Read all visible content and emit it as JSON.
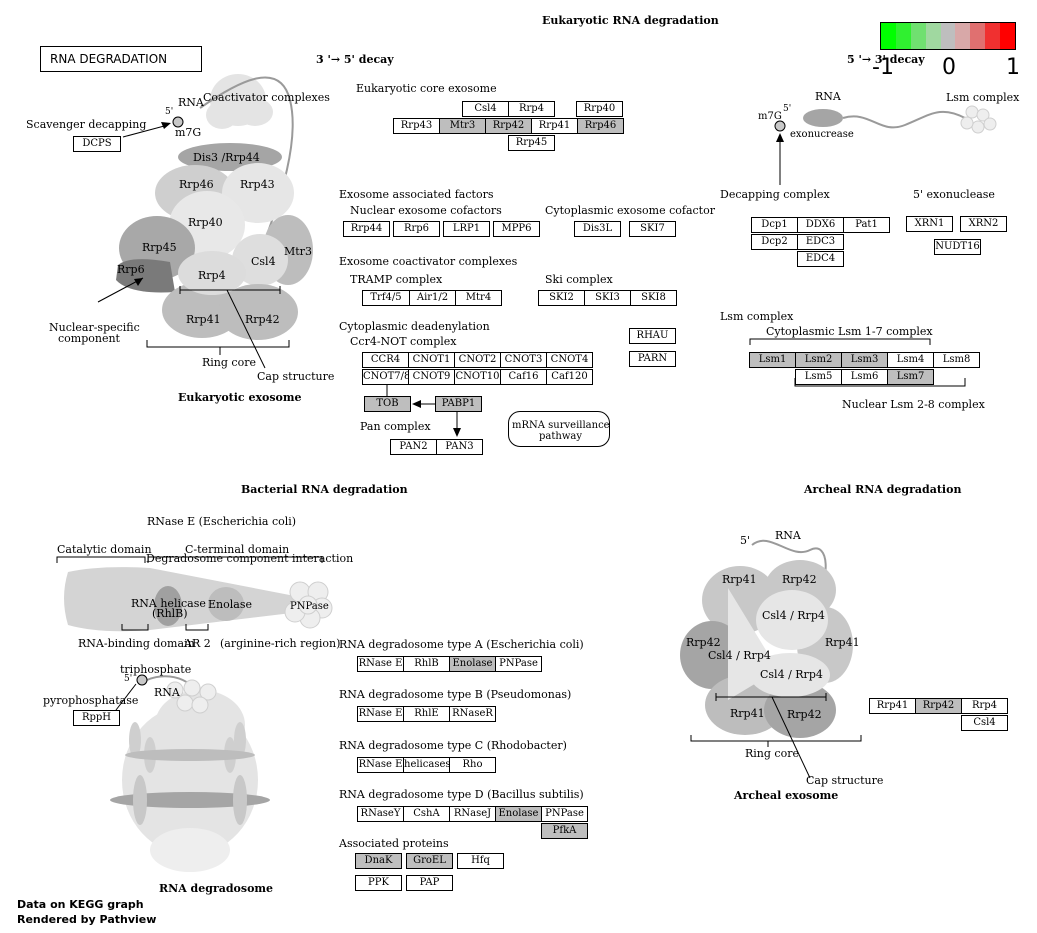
{
  "titles": {
    "eukaryotic": "Eukaryotic RNA degradation",
    "bacterial": "Bacterial RNA degradation",
    "archeal": "Archeal RNA degradation",
    "section_box": "RNA DEGRADATION",
    "decay_35": "3 '→ 5' decay",
    "decay_53": "5 '→ 3' decay"
  },
  "legend": {
    "colors": [
      "#00ff00",
      "#30f030",
      "#70e070",
      "#a0d8a0",
      "#bebebe",
      "#d8a8a8",
      "#e07070",
      "#f03030",
      "#ff0000"
    ],
    "ticks": [
      "-1",
      "0",
      "1"
    ]
  },
  "footer": {
    "line1": "Data on KEGG graph",
    "line2": "Rendered by Pathview"
  },
  "labels": {
    "scavenger": "Scavenger decapping",
    "rna": "RNA",
    "m7g": "m7G",
    "five_prime": "5'",
    "coactivator": "Coactivator complexes",
    "nuclear_specific_1": "Nuclear-specific",
    "nuclear_specific_2": "component",
    "ring_core": "Ring core",
    "cap_structure": "Cap structure",
    "eukaryotic_exosome": "Eukaryotic exosome",
    "euk_core_exosome": "Eukaryotic core exosome",
    "exo_assoc": "Exosome associated factors",
    "nuc_exo_cof": "Nuclear exosome cofactors",
    "cyto_exo_cof": "Cytoplasmic exosome cofactor",
    "exo_coact": "Exosome coactivator complexes",
    "tramp": "TRAMP complex",
    "ski": "Ski complex",
    "cyto_dead": "Cytoplasmic deadenylation",
    "ccr4_not": "Ccr4-NOT complex",
    "pan_complex": "Pan complex",
    "mrna_surv_1": "mRNA surveillance",
    "mrna_surv_2": "pathway",
    "rna_right": "RNA",
    "lsm_complex_top": "Lsm complex",
    "m7g_right": "m7G",
    "five_right": "5'",
    "exonuclease": "exonucrease",
    "decapping": "Decapping complex",
    "five_exo": "5' exonuclease",
    "lsm_complex": "Lsm complex",
    "cyto_lsm": "Cytoplasmic Lsm 1-7 complex",
    "nuc_lsm": "Nuclear Lsm 2-8 complex",
    "rnase_e": "RNase E (Escherichia coli)",
    "catalytic": "Catalytic domain",
    "cterm": "C-terminal domain",
    "degradosome_int": "Degradosome component interaction",
    "rna_binding": "RNA-binding domain",
    "ar2": "AR 2",
    "arg_rich": "(arginine-rich region)",
    "rna_helicase": "RNA helicase",
    "rhlb": "(RhlB)",
    "enolase": "Enolase",
    "pnpase": "PNPase",
    "triphosphate": "triphosphate",
    "pyrophosphatase": "pyrophosphatase",
    "rna_bact": "RNA",
    "five_bact": "5'",
    "rna_degradosome": "RNA degradosome",
    "type_a": "RNA degradosome type A (Escherichia coli)",
    "type_b": "RNA degradosome type B (Pseudomonas)",
    "type_c": "RNA degradosome type C (Rhodobacter)",
    "type_d": "RNA degradosome type D (Bacillus subtilis)",
    "assoc_proteins": "Associated proteins",
    "arch_rna": "RNA",
    "arch_five": "5'",
    "arch_ring_core": "Ring core",
    "arch_cap": "Cap structure",
    "archeal_exosome": "Archeal exosome"
  },
  "shapes": {
    "dis3": "Dis3 /Rrp44",
    "rrp46": "Rrp46",
    "rrp43": "Rrp43",
    "rrp40": "Rrp40",
    "rrp45": "Rrp45",
    "mtr3": "Mtr3",
    "csl4": "Csl4",
    "rrp6": "Rrp6",
    "rrp4": "Rrp4",
    "rrp41": "Rrp41",
    "rrp42": "Rrp42",
    "a_rrp41_tl": "Rrp41",
    "a_rrp42_tr": "Rrp42",
    "a_rrp42_l": "Rrp42",
    "a_rrp41_r": "Rrp41",
    "a_rrp41_bl": "Rrp41",
    "a_rrp42_br": "Rrp42",
    "a_csl4_1": "Csl4 / Rrp4",
    "a_csl4_2": "Csl4 / Rrp4",
    "a_csl4_3": "Csl4 / Rrp4"
  },
  "genes": {
    "dcps": "DCPS",
    "csl4": "Csl4",
    "rrp4": "Rrp4",
    "rrp40": "Rrp40",
    "rrp43": "Rrp43",
    "mtr3": "Mtr3",
    "rrp42": "Rrp42",
    "rrp41": "Rrp41",
    "rrp46": "Rrp46",
    "rrp45": "Rrp45",
    "rrp44": "Rrp44",
    "rrp6": "Rrp6",
    "lrp1": "LRP1",
    "mpp6": "MPP6",
    "dis3l": "Dis3L",
    "ski7": "SKI7",
    "trf45": "Trf4/5",
    "air12": "Air1/2",
    "mtr4": "Mtr4",
    "ski2": "SKI2",
    "ski3": "SKI3",
    "ski8": "SKI8",
    "rhau": "RHAU",
    "parn": "PARN",
    "ccr4": "CCR4",
    "cnot1": "CNOT1",
    "cnot2": "CNOT2",
    "cnot3": "CNOT3",
    "cnot4": "CNOT4",
    "cnot78": "CNOT7/8",
    "cnot9": "CNOT9",
    "cnot10": "CNOT10",
    "caf16": "Caf16",
    "caf120": "Caf120",
    "tob": "TOB",
    "pabp1": "PABP1",
    "pan2": "PAN2",
    "pan3": "PAN3",
    "dcp1": "Dcp1",
    "ddx6": "DDX6",
    "pat1": "Pat1",
    "dcp2": "Dcp2",
    "edc3": "EDC3",
    "edc4": "EDC4",
    "xrn1": "XRN1",
    "xrn2": "XRN2",
    "nudt16": "NUDT16",
    "lsm1": "Lsm1",
    "lsm2": "Lsm2",
    "lsm3": "Lsm3",
    "lsm4": "Lsm4",
    "lsm8": "Lsm8",
    "lsm5": "Lsm5",
    "lsm6": "Lsm6",
    "lsm7": "Lsm7",
    "rpph": "RppH",
    "a_rnasee": "RNase E",
    "a_rhlb": "RhlB",
    "a_enolase": "Enolase",
    "a_pnpase": "PNPase",
    "b_rnasee": "RNase E",
    "b_rhle": "RhlE",
    "b_rnaser": "RNaseR",
    "c_rnasee": "RNase E",
    "c_helicases": "helicases",
    "c_rho": "Rho",
    "d_rnasey": "RNaseY",
    "d_csha": "CshA",
    "d_rnasej": "RNaseJ",
    "d_enolase": "Enolase",
    "d_pnpase": "PNPase",
    "d_pfka": "PfkA",
    "dnak": "DnaK",
    "groel": "GroEL",
    "hfq": "Hfq",
    "ppk": "PPK",
    "pap": "PAP",
    "ar_rrp41": "Rrp41",
    "ar_rrp42": "Rrp42",
    "ar_rrp4": "Rrp4",
    "ar_csl4": "Csl4"
  }
}
